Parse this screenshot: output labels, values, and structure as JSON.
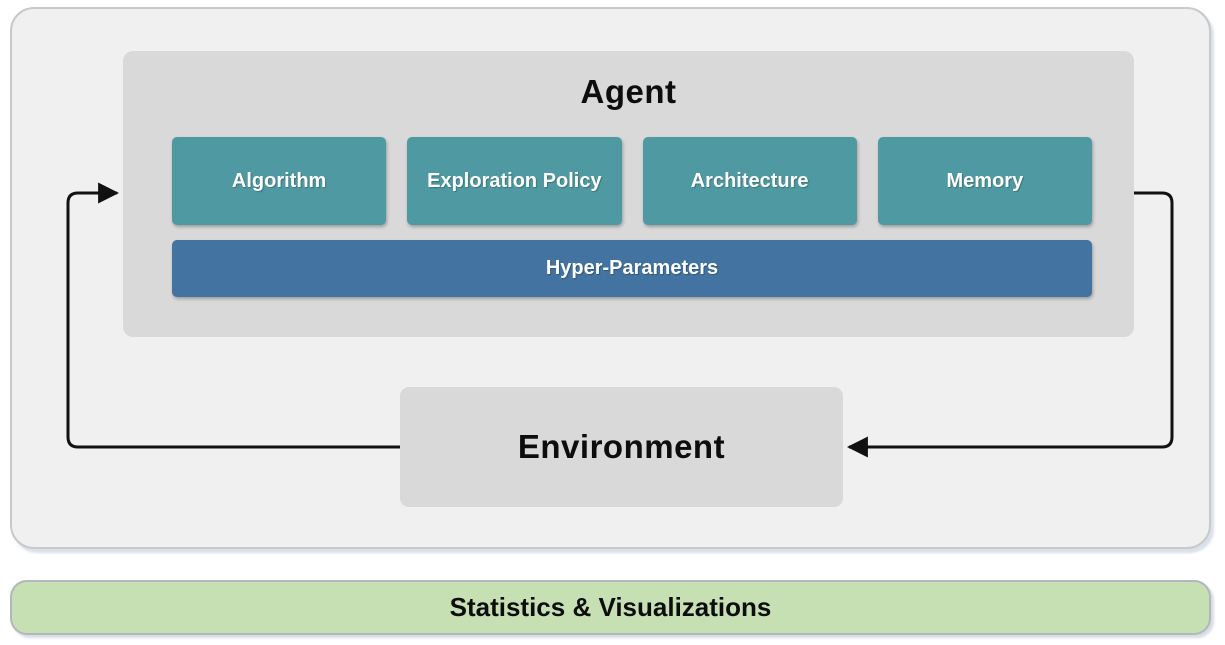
{
  "diagram": {
    "agent": {
      "title": "Agent",
      "components": [
        {
          "label": "Algorithm"
        },
        {
          "label": "Exploration Policy"
        },
        {
          "label": "Architecture"
        },
        {
          "label": "Memory"
        }
      ],
      "hyper_parameters_label": "Hyper-Parameters"
    },
    "environment": {
      "title": "Environment"
    },
    "footer": {
      "label": "Statistics & Visualizations"
    },
    "arrows": [
      {
        "name": "environment-to-agent",
        "direction": "from Environment left side up into Agent left side"
      },
      {
        "name": "agent-to-environment",
        "direction": "from Agent right side down into Environment right side"
      }
    ],
    "colors": {
      "panel_background": "#f0f0f1",
      "panel_border": "#c8c9cb",
      "container_gray": "#d9d9d9",
      "component_teal": "#4f9aa2",
      "hyper_parameters_blue": "#4273a1",
      "footer_green": "#c6e0b4",
      "footer_border": "#b3b6ba",
      "arrow_black": "#111111",
      "text_dark": "#0d0d0d",
      "text_light": "#ffffff"
    }
  }
}
